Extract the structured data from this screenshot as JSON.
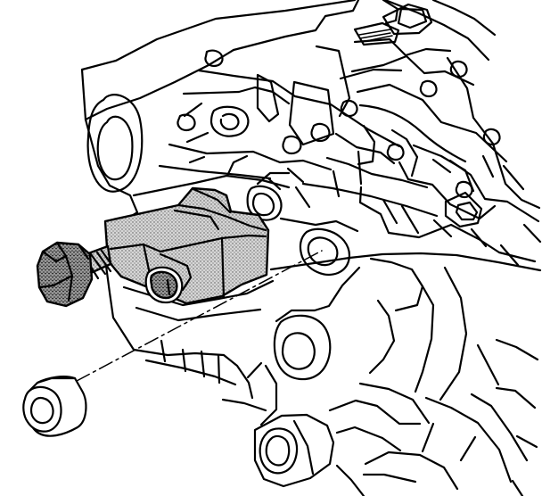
{
  "figure": {
    "kind": "technical line illustration",
    "style": "black ink on white, stippled tool shading",
    "colors": {
      "ink": "#000000",
      "paper": "#ffffff",
      "tone": "#7f7f7f"
    },
    "visible_parts": [
      "housing-casting",
      "puller-tool",
      "forcing-bolt",
      "bushing",
      "alignment-leader-line"
    ]
  }
}
